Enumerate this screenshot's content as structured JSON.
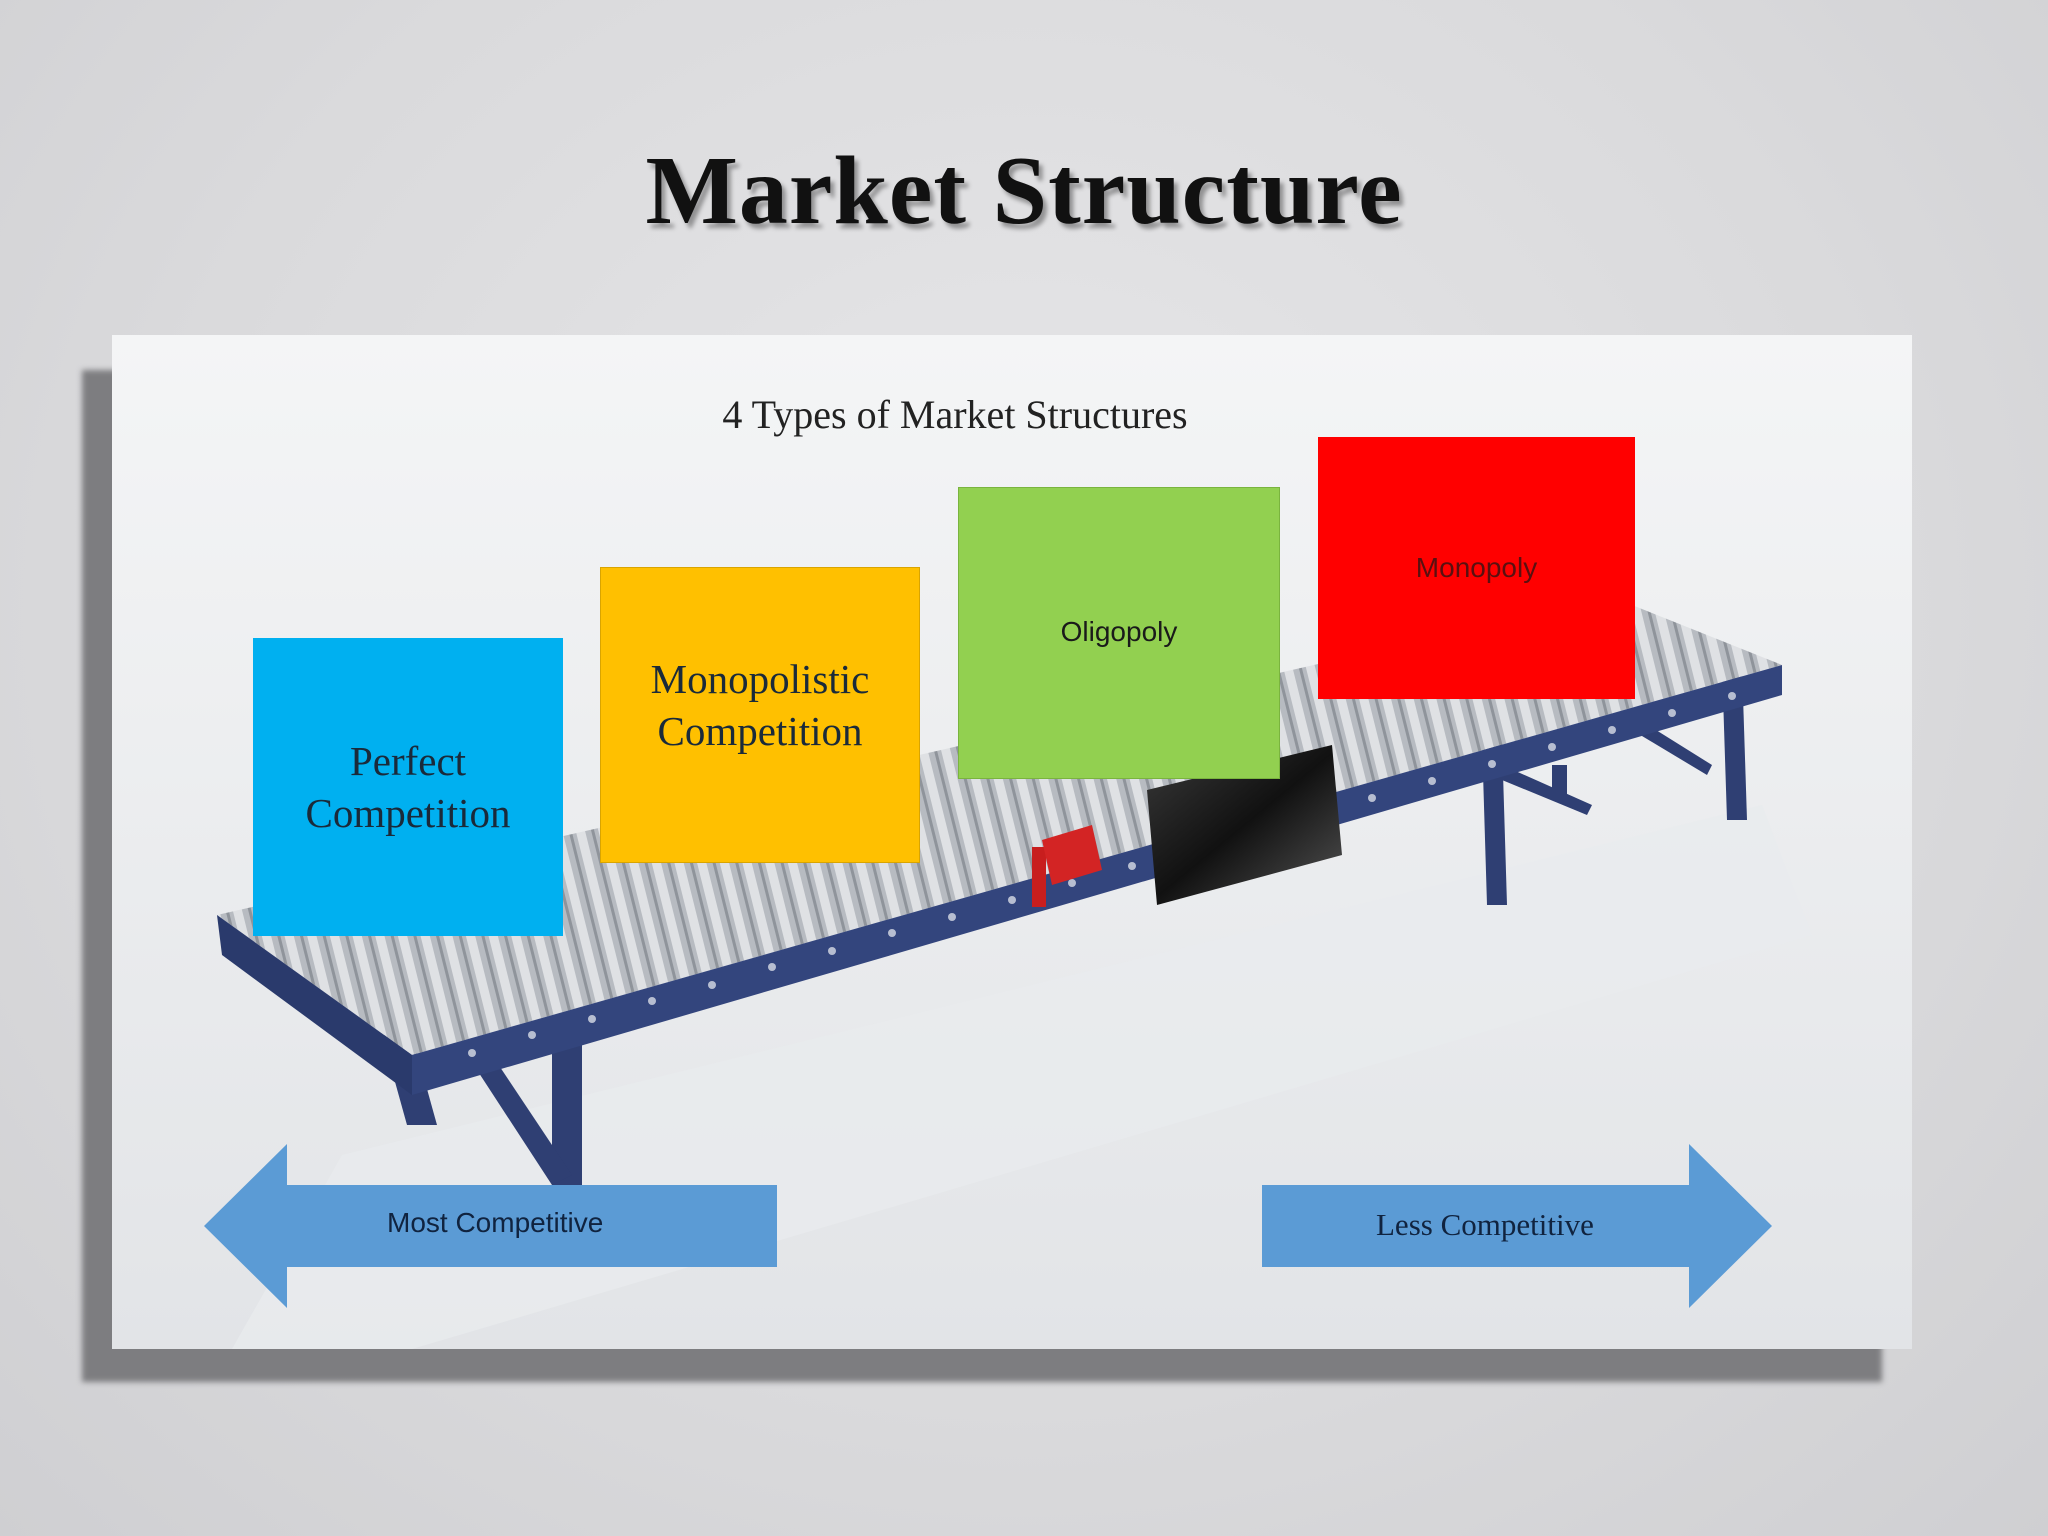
{
  "slide": {
    "title": "Market Structure"
  },
  "diagram": {
    "subtitle": "4 Types of Market Structures",
    "boxes": [
      {
        "label": "Perfect Competition",
        "color": "#00b0f0"
      },
      {
        "label": "Monopolistic Competition",
        "color": "#ffc000"
      },
      {
        "label": "Oligopoly",
        "color": "#92d050"
      },
      {
        "label": "Monopoly",
        "color": "#ff0000"
      }
    ],
    "arrows": {
      "left_label": "Most Competitive",
      "right_label": "Less Competitive",
      "color": "#5b9bd5"
    },
    "illustration": "roller-conveyor"
  }
}
